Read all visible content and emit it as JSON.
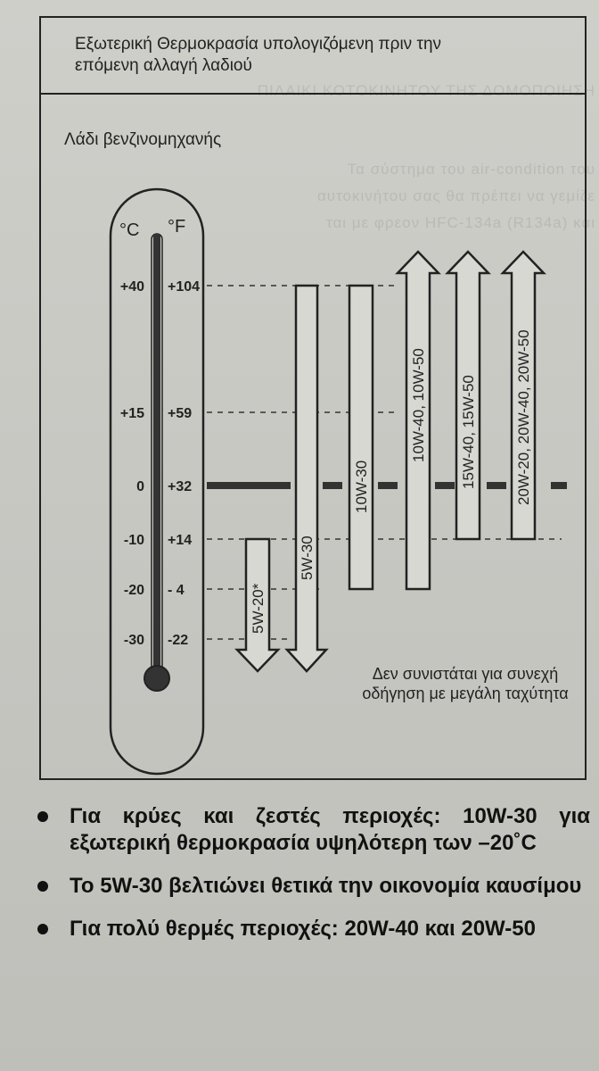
{
  "box": {
    "title_line1": "Εξωτερική Θερμοκρασία υπολογιζόμενη πριν την",
    "title_line2": "επόμενη αλλαγή λαδιού",
    "subtitle": "Λάδι βενζινομηχανής"
  },
  "thermometer": {
    "unit_c": "°C",
    "unit_f": "°F",
    "scale": [
      {
        "c": "+40",
        "f": "+104"
      },
      {
        "c": "+15",
        "f": "+59"
      },
      {
        "c": "0",
        "f": "+32"
      },
      {
        "c": "-10",
        "f": "+14"
      },
      {
        "c": "-20",
        "f": "- 4"
      },
      {
        "c": "-30",
        "f": "-22"
      }
    ]
  },
  "oils": [
    {
      "label": "5W-20*"
    },
    {
      "label": "5W-30"
    },
    {
      "label": "10W-30"
    },
    {
      "label": "10W-40, 10W-50"
    },
    {
      "label": "15W-40, 15W-50"
    },
    {
      "label": "20W-20, 20W-40, 20W-50"
    }
  ],
  "note": "Δεν συνιστάται για συνεχή οδήγηση με μεγάλη ταχύτητα",
  "bullets": [
    {
      "text": "Για κρύες και ζεστές περιοχές: 10W-30 για εξωτερική θερμοκρασία υψηλότερη των –20˚C"
    },
    {
      "text": "Το 5W-30 βελτιώνει θετικά την οικονομία καυσίμου"
    },
    {
      "text": "Για πολύ θερμές περιοχές: 20W-40 και 20W-50"
    }
  ]
}
